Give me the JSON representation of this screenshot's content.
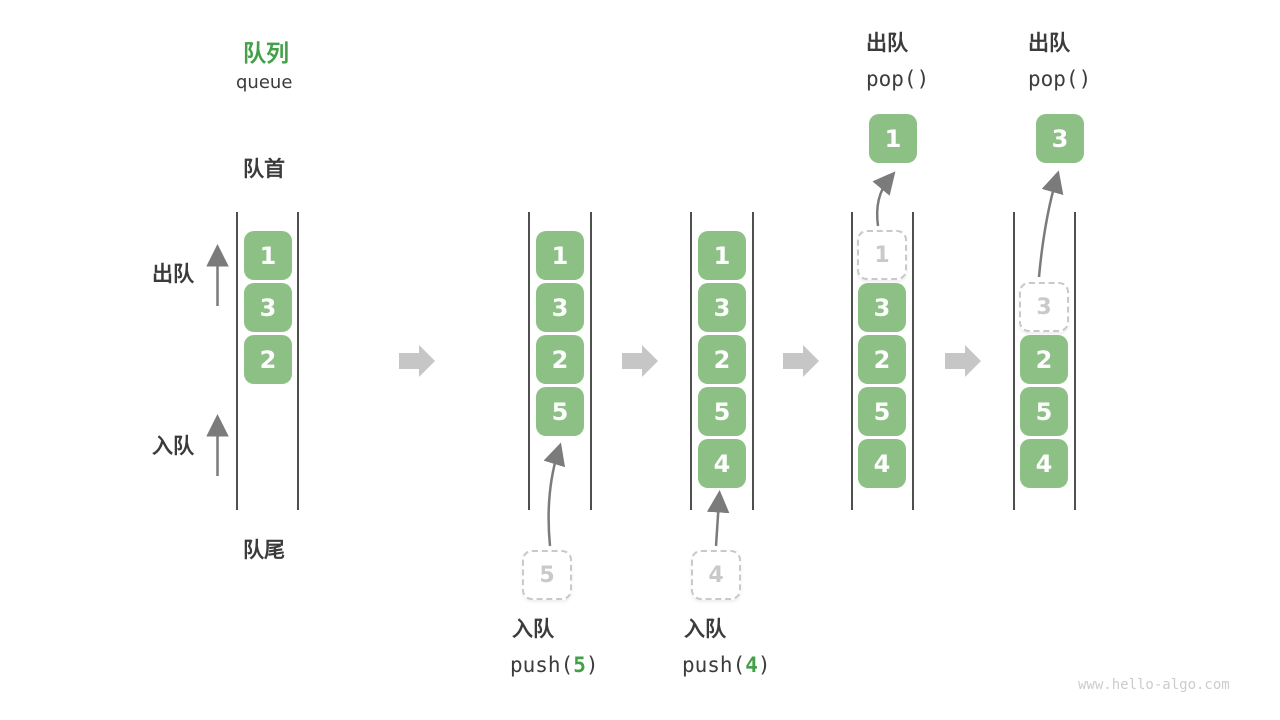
{
  "title": {
    "zh": "队列",
    "en": "queue"
  },
  "side_labels": {
    "front": "队首",
    "rear": "队尾",
    "dequeue": "出队",
    "enqueue": "入队"
  },
  "watermark": "www.hello-algo.com",
  "colors": {
    "box_green": "#8CC084",
    "accent_green": "#43A047",
    "text_dark": "#3b3b3b",
    "thin_arrow_gray": "#7b7b7b",
    "chevron_gray": "#c6c6c6",
    "dashed_gray": "#c9c9c9",
    "line_dark": "#4f4f4f"
  },
  "columns": [
    {
      "boxes": [
        "1",
        "3",
        "2"
      ]
    },
    {
      "boxes": [
        "1",
        "3",
        "2",
        "5"
      ],
      "pending": "5",
      "op_label": "入队",
      "op_fn": "push(",
      "op_arg": "5",
      "op_close": ")"
    },
    {
      "boxes": [
        "1",
        "3",
        "2",
        "5",
        "4"
      ],
      "pending": "4",
      "op_label": "入队",
      "op_fn": "push(",
      "op_arg": "4",
      "op_close": ")"
    },
    {
      "boxes": [
        "3",
        "2",
        "5",
        "4"
      ],
      "removed": "1",
      "popped": "1",
      "op_label": "出队",
      "op_code": "pop()"
    },
    {
      "boxes": [
        "2",
        "5",
        "4"
      ],
      "removed": "3",
      "popped": "3",
      "op_label": "出队",
      "op_code": "pop()"
    }
  ]
}
